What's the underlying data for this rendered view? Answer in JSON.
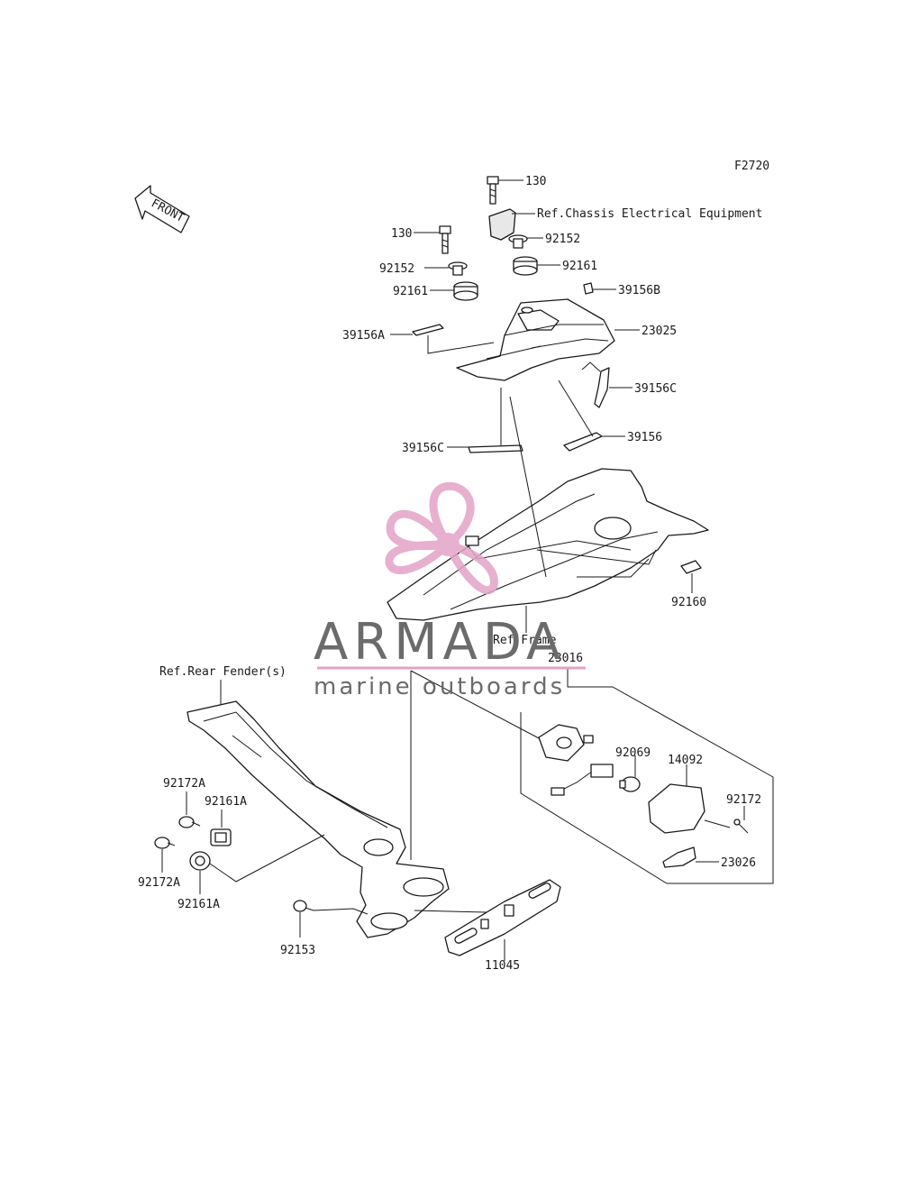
{
  "diagram": {
    "code": "F2720",
    "front_label": "FRONT",
    "labels": {
      "p130_top": "130",
      "ref_chassis": "Ref.Chassis Electrical Equipment",
      "p130_left": "130",
      "p92152_right": "92152",
      "p92152_left": "92152",
      "p92161_right": "92161",
      "p92161_left": "92161",
      "p39156B": "39156B",
      "p39156A": "39156A",
      "p23025": "23025",
      "p39156C_right": "39156C",
      "p39156": "39156",
      "p39156C_left": "39156C",
      "p92160": "92160",
      "ref_frame": "Ref.Frame",
      "p23016": "23016",
      "ref_rear_fender": "Ref.Rear Fender(s)",
      "p92069": "92069",
      "p14092": "14092",
      "p92172": "92172",
      "p23026": "23026",
      "p92172A_top": "92172A",
      "p92161A_top": "92161A",
      "p92172A_bottom": "92172A",
      "p92161A_bottom": "92161A",
      "p92153": "92153",
      "p11045": "11045"
    }
  },
  "watermark": {
    "brand": "ARMADA",
    "tagline": "marine outboards",
    "accent_color": "#e3a3c6"
  }
}
